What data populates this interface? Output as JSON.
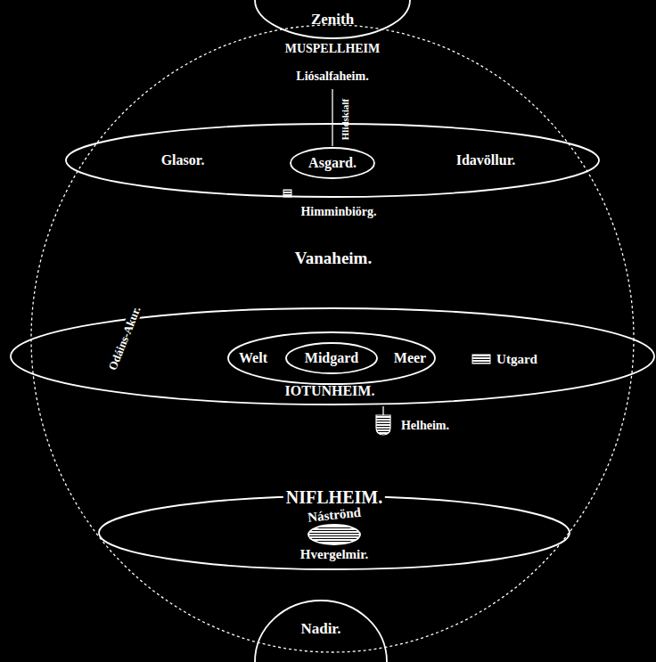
{
  "diagram": {
    "nodes": [
      {
        "text": [
          "Zenith",
          "MUSPELLHEIM"
        ]
      },
      {
        "text": [
          "Glasor.",
          "Idavöllur."
        ]
      },
      {
        "text": [
          "Asgard."
        ],
        "in": 1
      },
      {
        "text": [
          "Odáins-Akur.",
          "IOTUNHEIM."
        ]
      },
      {
        "text": [
          "Welt",
          "Meer"
        ],
        "in": 3
      },
      {
        "text": [
          "Midgard"
        ],
        "in": 4
      },
      {
        "text": [
          "NIFLHEIM.",
          "Hvergelmir."
        ]
      },
      {
        "text": [
          "Náströnd"
        ],
        "in": 6
      },
      {
        "text": [
          "Nadir."
        ]
      }
    ],
    "labels": [
      "Liósalfaheim.",
      "Hlidskialf",
      "Himminbiörg.",
      "Vanaheim.",
      "Utgard",
      "Helheim."
    ]
  }
}
